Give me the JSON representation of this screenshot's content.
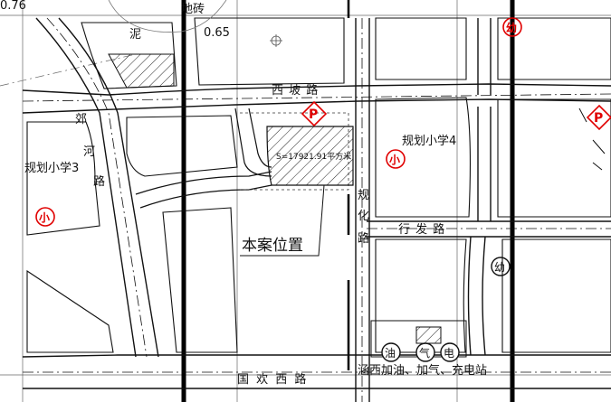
{
  "map": {
    "roads": {
      "xipo": "西 坡 路",
      "jiaohe": "郊 河 路",
      "xingfa": "行 发 路",
      "guohuan": "国 欢 西 路",
      "guihua": "规 化 路"
    },
    "areas": {
      "school3": "规划小学3",
      "school4": "规划小学4",
      "site_area": "S=17921.91平方米",
      "site_label": "本案位置",
      "station": "涵西加油、加气、充电站",
      "top_left_a": "泥",
      "top_left_b": "地砖",
      "top_left_c": "0.65",
      "corner": "0.76"
    },
    "symbols": {
      "parking": "P",
      "school": "小",
      "kindergarten": "幼",
      "oil": "油",
      "gas": "气",
      "electric": "电",
      "top_red": "幼"
    }
  }
}
